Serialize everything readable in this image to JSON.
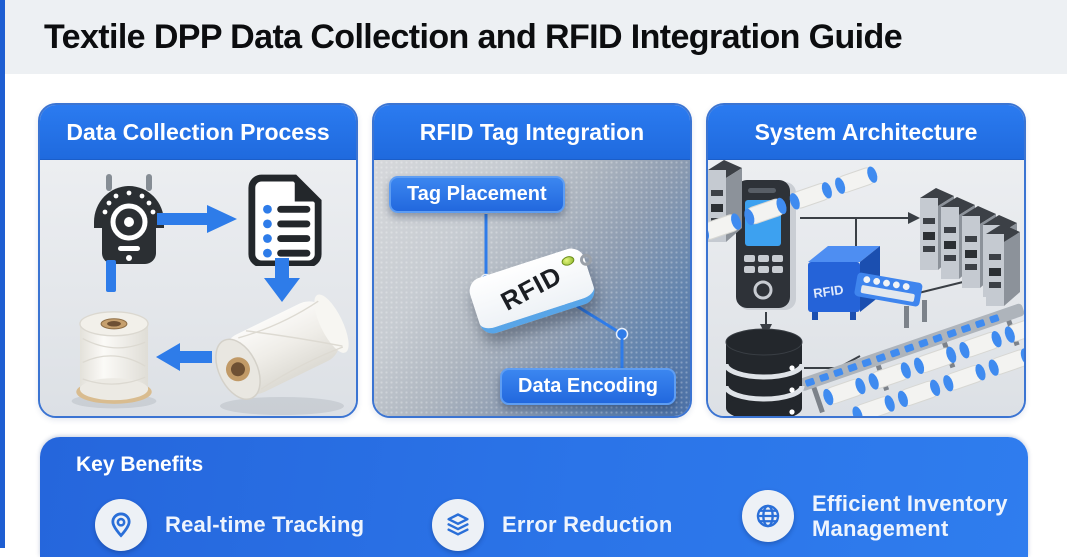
{
  "title": "Textile DPP Data Collection and RFID Integration Guide",
  "panels": [
    {
      "header": "Data Collection Process"
    },
    {
      "header": "RFID Tag Integration",
      "tag_placement_label": "Tag Placement",
      "data_encoding_label": "Data Encoding",
      "tag_text": "RFID"
    },
    {
      "header": "System Architecture",
      "machine_label": "RFID"
    }
  ],
  "key_benefits": {
    "header": "Key Benefits",
    "items": [
      {
        "icon": "location-pin-icon",
        "label": "Real-time Tracking"
      },
      {
        "icon": "layers-icon",
        "label": "Error Reduction"
      },
      {
        "icon": "globe-icon",
        "label": "Efficient Inventory Management"
      }
    ]
  },
  "colors": {
    "accent_blue": "#2173e8",
    "arrow_blue": "#2e7ce9",
    "edge_strip_blue": "#1e5ed2",
    "panel_border_blue": "#3b74d2",
    "title_band_gray": "#edf0f3",
    "benefits_panel_blue": "#2b74e8",
    "icon_black": "#2b2f33",
    "led_green": "#8ab526"
  }
}
